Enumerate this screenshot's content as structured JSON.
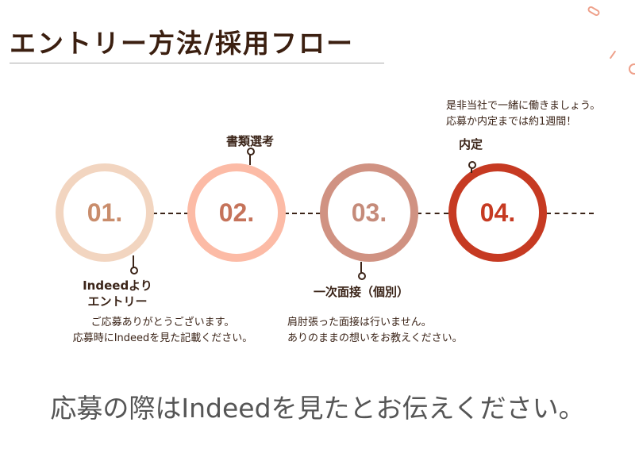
{
  "title": "エントリー方法/採用フロー",
  "steps": [
    {
      "number": "01.",
      "label_line1": "Indeedより",
      "label_line2": "エントリー",
      "desc_line1": "ご応募ありがとうございます。",
      "desc_line2": "応募時にIndeedを見た記載ください。",
      "ring": "#f2d5c0",
      "text": "#c98d6c"
    },
    {
      "number": "02.",
      "label_line1": "書類選考",
      "ring": "#fcbba6",
      "text": "#c5735a"
    },
    {
      "number": "03.",
      "label_line1": "一次面接（個別）",
      "desc_line1": "肩肘張った面接は行いません。",
      "desc_line2": "ありのままの想いをお教えください。",
      "ring": "#d09282",
      "text": "#c58b7a"
    },
    {
      "number": "04.",
      "label_line1": "内定",
      "desc_line1": "是非当社で一緒に働きましょう。",
      "desc_line2": "応募か内定までは約1週間！",
      "ring": "#c63a22",
      "text": "#c63a22"
    }
  ],
  "footer": "応募の際はIndeedを見たとお伝えください。"
}
